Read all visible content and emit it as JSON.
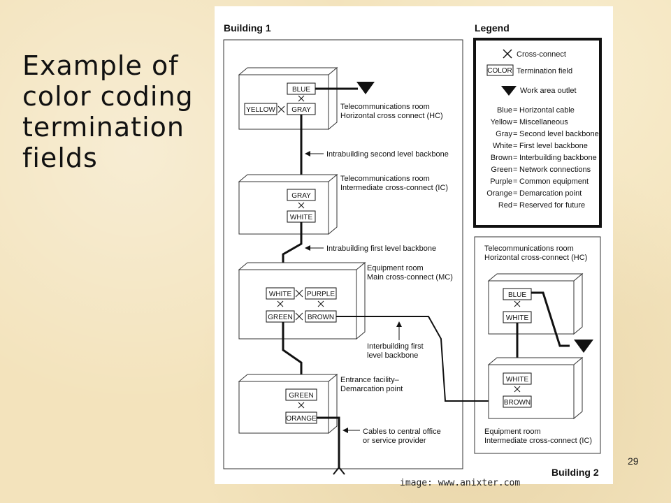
{
  "slide": {
    "title_lines": [
      "Example of",
      "color coding",
      "termination",
      "fields"
    ],
    "page_number": "29",
    "image_credit": "image: www.anixter.com"
  },
  "diagram": {
    "building1_label": "Building 1",
    "building2_label": "Building 2",
    "legend": {
      "title": "Legend",
      "cross_connect": "Cross-connect",
      "color_box": "COLOR",
      "termination_field": "Termination field",
      "work_area_outlet": "Work area outlet",
      "color_codes": [
        {
          "color": "Blue",
          "meaning": "Horizontal cable"
        },
        {
          "color": "Yellow",
          "meaning": "Miscellaneous"
        },
        {
          "color": "Gray",
          "meaning": "Second level backbone"
        },
        {
          "color": "White",
          "meaning": "First level backbone"
        },
        {
          "color": "Brown",
          "meaning": "Interbuilding backbone"
        },
        {
          "color": "Green",
          "meaning": "Network connections"
        },
        {
          "color": "Purple",
          "meaning": "Common equipment"
        },
        {
          "color": "Orange",
          "meaning": "Demarcation point"
        },
        {
          "color": "Red",
          "meaning": "Reserved for future"
        }
      ]
    },
    "b1_telecom_room": {
      "line1": "Telecommunications room",
      "line2": "Horizontal cross connect (HC)",
      "fields": {
        "blue": "BLUE",
        "yellow": "YELLOW",
        "gray": "GRAY"
      }
    },
    "b1_ic_room": {
      "line1": "Telecommunications room",
      "line2": "Intermediate cross-connect (IC)",
      "fields": {
        "gray": "GRAY",
        "white": "WHITE"
      }
    },
    "equipment_room": {
      "line1": "Equipment room",
      "line2": "Main cross-connect (MC)",
      "fields": {
        "white": "WHITE",
        "purple": "PURPLE",
        "green": "GREEN",
        "brown": "BROWN"
      }
    },
    "entrance": {
      "line1": "Entrance facility–",
      "line2": "Demarcation point",
      "fields": {
        "green": "GREEN",
        "orange": "ORANGE"
      }
    },
    "annotations": {
      "second_level": "Intrabuilding second level backbone",
      "first_level": "Intrabuilding first level backbone",
      "interbuilding_1": "Interbuilding first",
      "interbuilding_2": "level backbone",
      "cables_1": "Cables to central office",
      "cables_2": "or service provider"
    },
    "b2_telecom_room": {
      "line1": "Telecommunications room",
      "line2": "Horizontal cross-connect (HC)",
      "fields": {
        "blue": "BLUE",
        "white": "WHITE"
      }
    },
    "b2_equipment_room": {
      "line1": "Equipment room",
      "line2": "Intermediate cross-connect (IC)",
      "fields": {
        "white": "WHITE",
        "brown": "BROWN"
      }
    }
  }
}
